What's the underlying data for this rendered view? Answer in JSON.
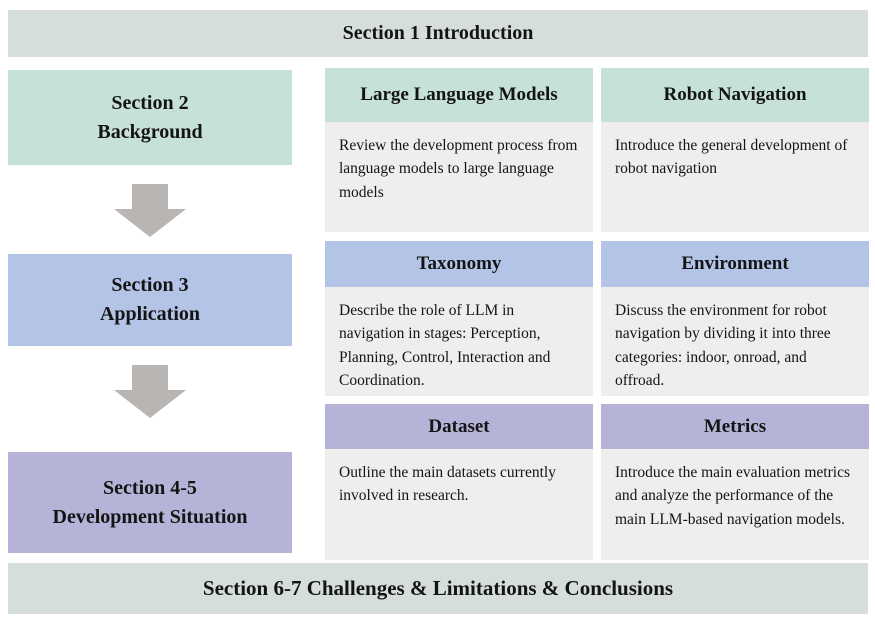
{
  "banners": {
    "top": "Section 1 Introduction",
    "bottom": "Section 6-7 Challenges & Limitations & Conclusions"
  },
  "flow_nodes": [
    {
      "lines": [
        "Section 2",
        "Background"
      ],
      "color": "#c6e0da"
    },
    {
      "lines": [
        "Section 3",
        "Application"
      ],
      "color": "#b4c4e7"
    },
    {
      "lines": [
        "Section 4-5",
        "Development Situation"
      ],
      "color": "#b5b4d8"
    }
  ],
  "cards": {
    "rows": [
      {
        "header_color": "#c6e0da",
        "items": [
          {
            "title": "Large Language Models",
            "description": "Review the development process from language models to large language models"
          },
          {
            "title": "Robot Navigation",
            "description": "Introduce the general development of robot navigation"
          }
        ]
      },
      {
        "header_color": "#b4c4e7",
        "items": [
          {
            "title": "Taxonomy",
            "description": "Describe the role of LLM in navigation in stages: Perception, Planning, Control, Interaction and Coordination."
          },
          {
            "title": "Environment",
            "description": "Discuss the environment for robot navigation by dividing it into three categories: indoor, onroad, and offroad."
          }
        ]
      },
      {
        "header_color": "#b5b4d8",
        "items": [
          {
            "title": "Dataset",
            "description": "Outline the main datasets currently involved in research."
          },
          {
            "title": "Metrics",
            "description": "Introduce the main evaluation metrics and analyze the performance of the main LLM-based navigation models."
          }
        ]
      }
    ]
  },
  "colors": {
    "banner_bg": "#d5ded8",
    "teal_bg": "#c6e0da",
    "blue_bg": "#b4c4e7",
    "purple_bg": "#b5b4d8",
    "card_body_bg": "#efeeec",
    "arrow_gray": "#b9b5b2",
    "page_bg": "#ffffff",
    "text": "#141414"
  }
}
